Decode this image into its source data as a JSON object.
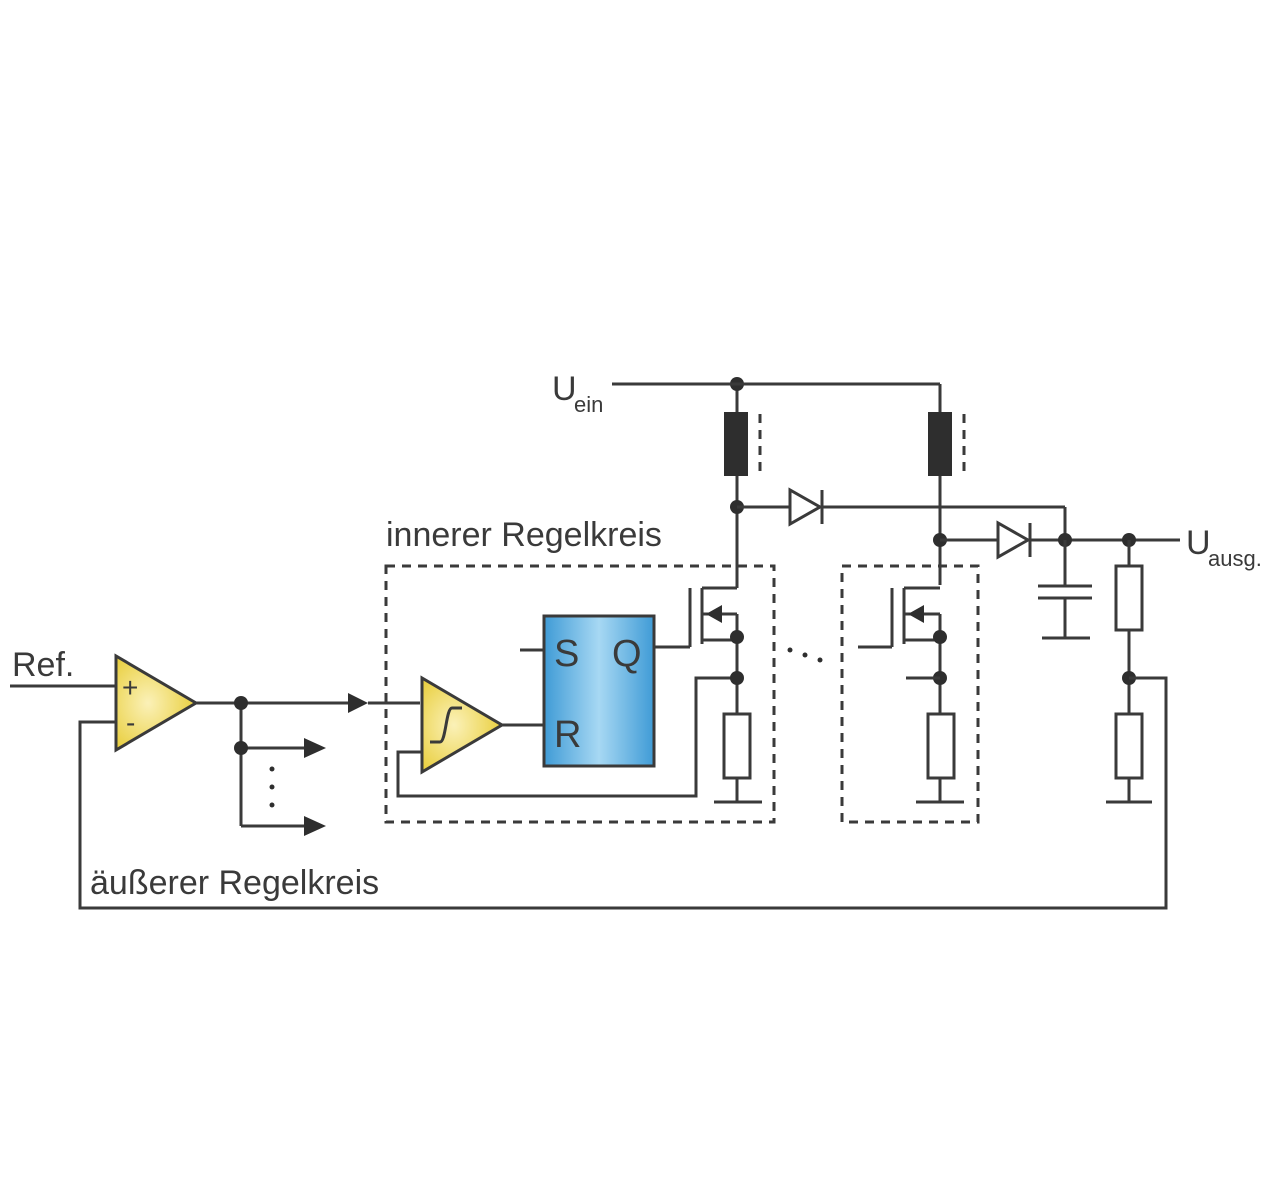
{
  "labels": {
    "ref": "Ref.",
    "u_in_main": "U",
    "u_in_sub": "ein",
    "u_out_main": "U",
    "u_out_sub": "ausg.",
    "inner_loop": "innerer Regelkreis",
    "outer_loop": "äußerer Regelkreis",
    "flipflop_s": "S",
    "flipflop_r": "R",
    "flipflop_q": "Q",
    "opamp_plus": "+",
    "opamp_minus": "-"
  },
  "colors": {
    "amplifier_fill": "#f2dc5d",
    "flipflop_fill": "#5fb3e3",
    "wire": "#3a3a3a",
    "inductor": "#2e2e2e"
  }
}
